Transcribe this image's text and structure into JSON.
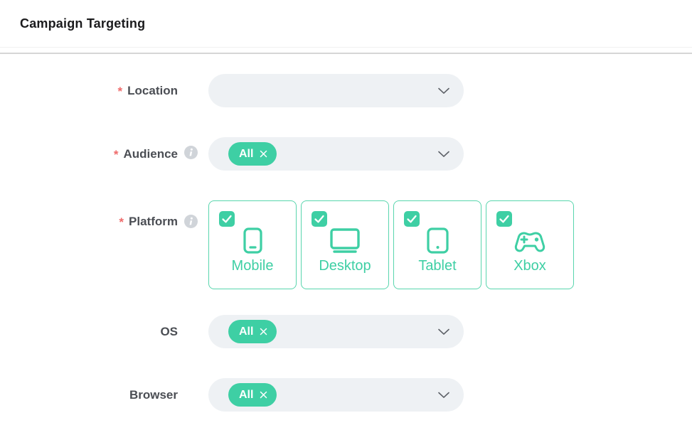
{
  "header": {
    "title": "Campaign Targeting"
  },
  "required_marker": "*",
  "colors": {
    "accent_green": "#3ecfa4",
    "card_border_green": "#59d5ad",
    "required_red": "#ef6b6b",
    "label_text": "#4b4e54",
    "field_background": "#eef1f4"
  },
  "icons": {
    "dropdown": "chevron-down-icon",
    "info": "info-icon",
    "tag_remove": "x-close-icon",
    "checkbox_mark": "checkmark-icon"
  },
  "fields": {
    "location": {
      "label": "Location",
      "required": true,
      "value": ""
    },
    "audience": {
      "label": "Audience",
      "required": true,
      "has_info": true,
      "selected_tag": "All"
    },
    "platform": {
      "label": "Platform",
      "required": true,
      "has_info": true,
      "options": [
        {
          "label": "Mobile",
          "checked": true,
          "icon": "mobile-icon"
        },
        {
          "label": "Desktop",
          "checked": true,
          "icon": "desktop-icon"
        },
        {
          "label": "Tablet",
          "checked": true,
          "icon": "tablet-icon"
        },
        {
          "label": "Xbox",
          "checked": true,
          "icon": "xbox-icon"
        }
      ]
    },
    "os": {
      "label": "OS",
      "required": false,
      "selected_tag": "All"
    },
    "browser": {
      "label": "Browser",
      "required": false,
      "selected_tag": "All"
    }
  }
}
